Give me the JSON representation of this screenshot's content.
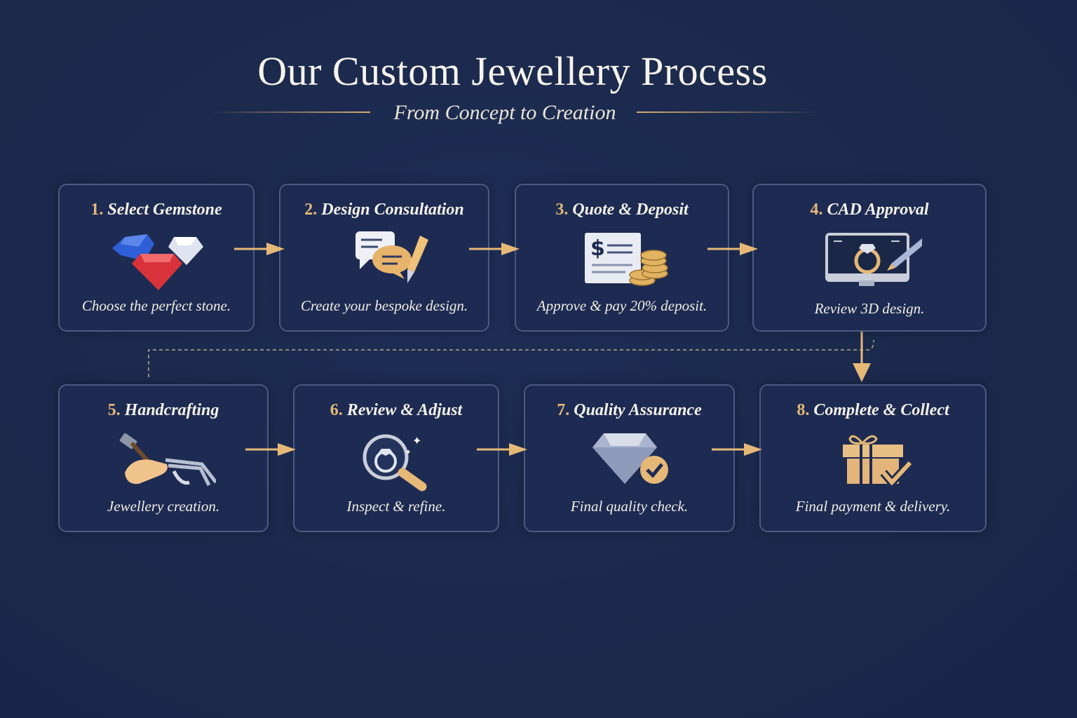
{
  "header": {
    "title": "Our Custom Jewellery Process",
    "subtitle": "From Concept to Creation"
  },
  "colors": {
    "background": "#1b2a4e",
    "accent": "#e6b877",
    "card_border": "#4c5a82"
  },
  "steps": [
    {
      "num": "1.",
      "title": "Select Gemstone",
      "desc": "Choose the perfect stone.",
      "icon": "gemstones-icon"
    },
    {
      "num": "2.",
      "title": "Design Consultation",
      "desc": "Create your bespoke design.",
      "icon": "chat-pencil-icon"
    },
    {
      "num": "3.",
      "title": "Quote & Deposit",
      "desc": "Approve & pay 20% deposit.",
      "icon": "invoice-coins-icon"
    },
    {
      "num": "4.",
      "title": "CAD Approval",
      "desc": "Review 3D design.",
      "icon": "monitor-ring-icon"
    },
    {
      "num": "5.",
      "title": "Handcrafting",
      "desc": "Jewellery creation.",
      "icon": "hammer-pliers-icon"
    },
    {
      "num": "6.",
      "title": "Review & Adjust",
      "desc": "Inspect & refine.",
      "icon": "magnifier-ring-icon"
    },
    {
      "num": "7.",
      "title": "Quality Assurance",
      "desc": "Final quality check.",
      "icon": "diamond-check-icon"
    },
    {
      "num": "8.",
      "title": "Complete & Collect",
      "desc": "Final payment & delivery.",
      "icon": "gift-check-icon"
    }
  ]
}
